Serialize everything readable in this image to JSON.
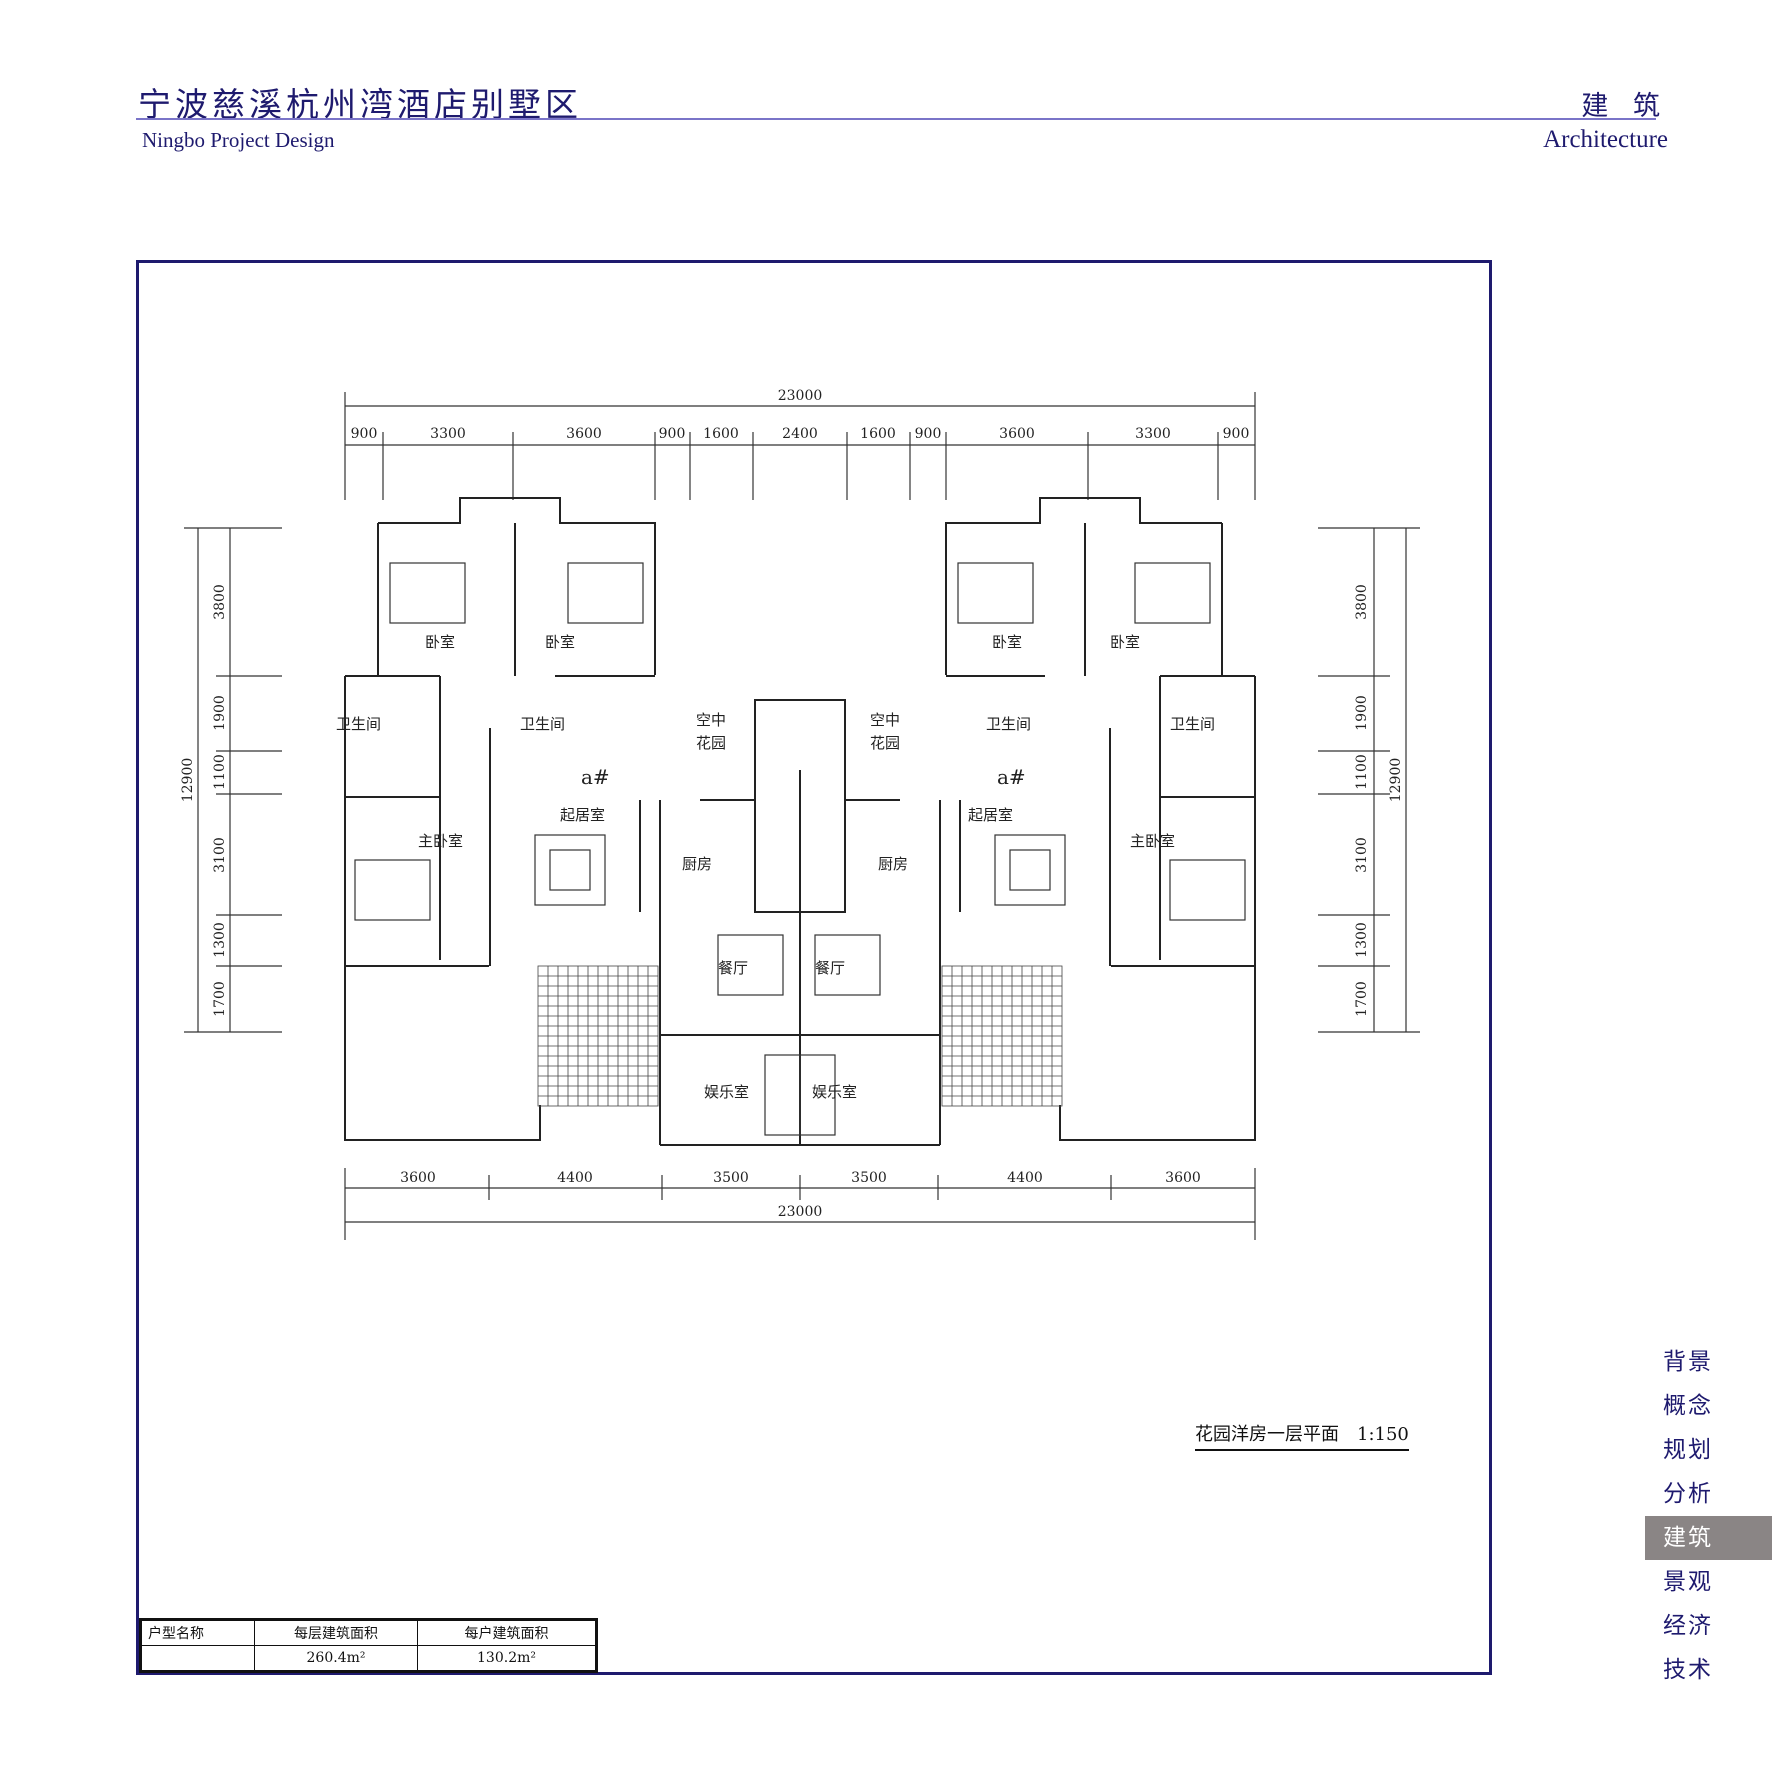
{
  "header": {
    "title": "宁波慈溪杭州湾酒店别墅区",
    "subtitle": "Ningbo Project Design",
    "section_cn": "建 筑",
    "section_en": "Architecture"
  },
  "plan": {
    "top_total": "23000",
    "top_dims": [
      "900",
      "3300",
      "3600",
      "900",
      "1600",
      "2400",
      "1600",
      "900",
      "3600",
      "3300",
      "900"
    ],
    "bottom_dims": [
      "3600",
      "4400",
      "3500",
      "3500",
      "4400",
      "3600"
    ],
    "bottom_total": "23000",
    "left_dims": [
      "3800",
      "1900",
      "1100",
      "3100",
      "1300",
      "1700"
    ],
    "left_total": "12900",
    "right_dims": [
      "3800",
      "1900",
      "1100",
      "3100",
      "1300",
      "1700"
    ],
    "right_total": "12900",
    "rooms": {
      "bedroom": "卧室",
      "bathroom": "卫生间",
      "sky_garden_1": "空中",
      "sky_garden_2": "花园",
      "living": "起居室",
      "master_bedroom": "主卧室",
      "kitchen": "厨房",
      "dining": "餐厅",
      "recreation": "娱乐室",
      "unit_mark": "a#"
    }
  },
  "caption": "花园洋房一层平面　1:150",
  "area_table": {
    "headers": [
      "户型名称",
      "每层建筑面积",
      "每户建筑面积"
    ],
    "row": [
      "",
      "260.4m²",
      "130.2m²"
    ]
  },
  "nav": [
    "背景",
    "概念",
    "规划",
    "分析",
    "建筑",
    "景观",
    "经济",
    "技术"
  ],
  "colors": {
    "accent": "#1e1a6e",
    "rule": "#7a74c8",
    "nav_active_bg": "#8a8585"
  }
}
